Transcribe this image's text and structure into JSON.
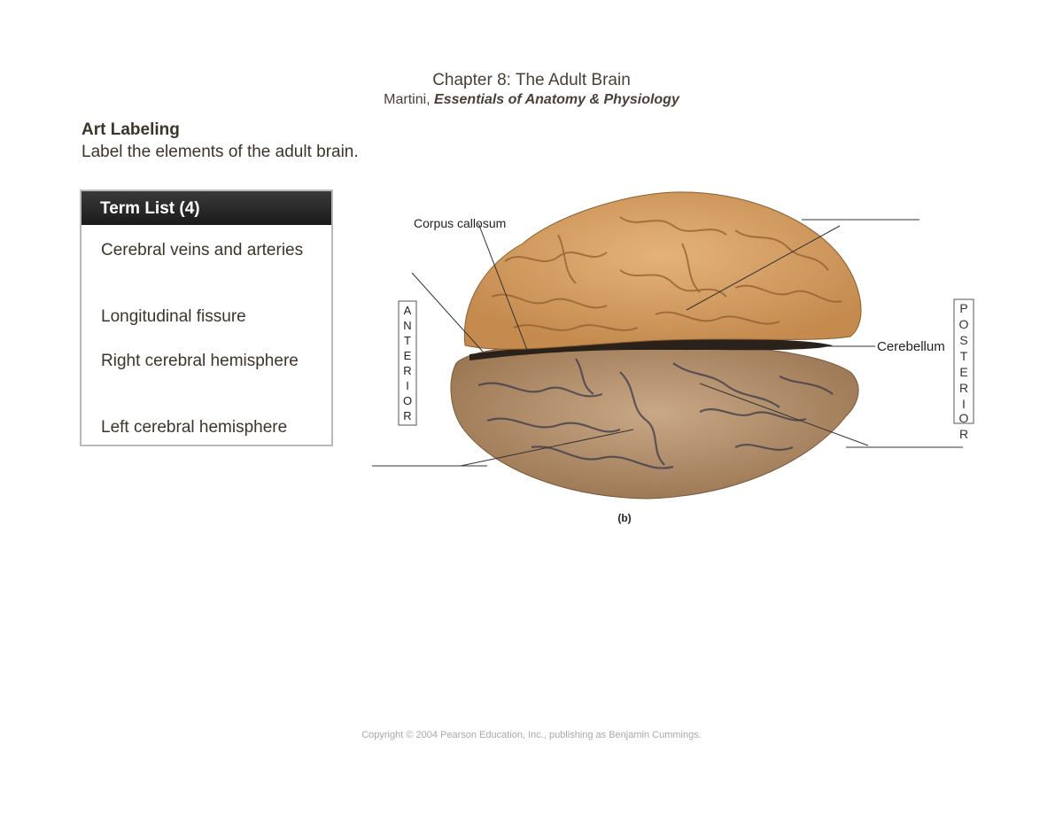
{
  "header": {
    "title": "Chapter 8: The Adult Brain",
    "author": "Martini,",
    "book": "Essentials of Anatomy & Physiology"
  },
  "section": {
    "heading": "Art Labeling",
    "instructions": "Label the elements of the adult brain."
  },
  "term_list": {
    "title": "Term List",
    "count": "(4)",
    "terms": [
      "Cerebral veins and arteries",
      "Longitudinal fissure",
      "Right cerebral hemisphere",
      "Left cerebral hemisphere"
    ]
  },
  "figure": {
    "labels": {
      "corpus_callosum": "Corpus callosum",
      "cerebellum": "Cerebellum"
    },
    "anterior_letters": [
      "A",
      "N",
      "T",
      "E",
      "R",
      "I",
      "O",
      "R"
    ],
    "posterior_letters": [
      "P",
      "O",
      "S",
      "T",
      "E",
      "R",
      "I",
      "O",
      "R"
    ],
    "caption": "(b)",
    "colors": {
      "upper_hemisphere": "#d9a46a",
      "lower_hemisphere": "#b08a65",
      "vessels": "#3b3a4a"
    }
  },
  "footer": {
    "copyright": "Copyright © 2004 Pearson Education, Inc., publishing as Benjamin Cummings."
  }
}
